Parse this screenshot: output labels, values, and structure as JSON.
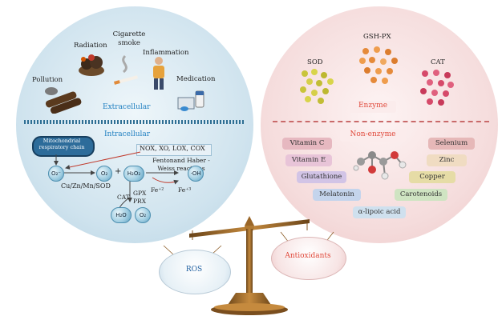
{
  "left": {
    "stressors": [
      "Radiation",
      "Cigarette smoke",
      "Inflammation",
      "Pollution",
      "Medication"
    ],
    "extracellular": "Extracellular",
    "intracellular": "Intracellular",
    "mitochondria": "Mitochondrial respiratory chain",
    "enzymes_source": "NOX, XO, LOX, COX",
    "fenton": "Fentonand Haber -Weiss reactions",
    "o2_radical": "O₂⁻",
    "o2": "O₂",
    "plus": "+",
    "h2o2": "H₂O₂",
    "oh_radical": "·OH",
    "sod": "Cu/Zn/Mn/SOD",
    "fe2": "Fe⁺²",
    "fe3": "Fe⁺³",
    "cat": "CAT",
    "gpx": "GPX",
    "prx": "PRX",
    "h2o": "H₂O",
    "o2b": "O₂"
  },
  "right": {
    "gshpx": "GSH-PX",
    "sod": "SOD",
    "cat": "CAT",
    "enzyme": "Enzyme",
    "nonenzyme": "Non-enzyme",
    "items": [
      "Vitamin C",
      "Vitamin E",
      "Glutathione",
      "Melatonin",
      "Selenium",
      "Zinc",
      "Copper",
      "Carotenoids",
      "α-lipoic acid"
    ]
  },
  "scale": {
    "left_pan": "ROS",
    "right_pan": "Antioxidants"
  },
  "colors": {
    "left_bg": "#cfe3ee",
    "right_bg": "#f7dcdc",
    "banner_text": "#1f7fc0",
    "enzyme_text": "#e0483a"
  }
}
